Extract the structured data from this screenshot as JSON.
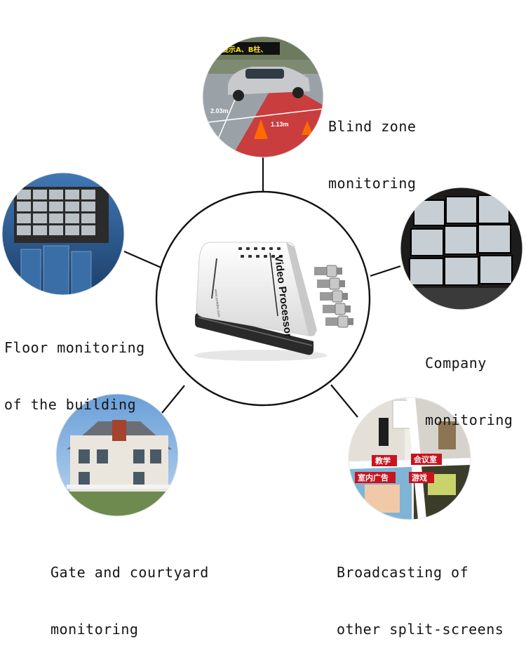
{
  "center": {
    "device_label": "Video Processor",
    "device_small_text": "www.szvideo.com"
  },
  "captions": {
    "blind_zone": [
      "Blind zone",
      "monitoring"
    ],
    "floor": [
      "Floor monitoring",
      "of the building"
    ],
    "company": [
      "Company",
      "monitoring"
    ],
    "gate": [
      "Gate and courtyard",
      "monitoring"
    ],
    "broadcast": [
      "Broadcasting of",
      "other split-screens"
    ]
  },
  "blind_zone_photo": {
    "banner": "盲区提示A、B柱、",
    "distance_left": "2.03m",
    "distance_right": "1.13m"
  },
  "broadcast_photo": {
    "labels": [
      "教学",
      "会议室",
      "室内广告",
      "游戏"
    ]
  },
  "colors": {
    "line": "#111111",
    "device_body": "#f2f2f2",
    "device_dark": "#2a2a2a",
    "label_red": "#c8141e",
    "highlight_red": "#d81b1b"
  }
}
